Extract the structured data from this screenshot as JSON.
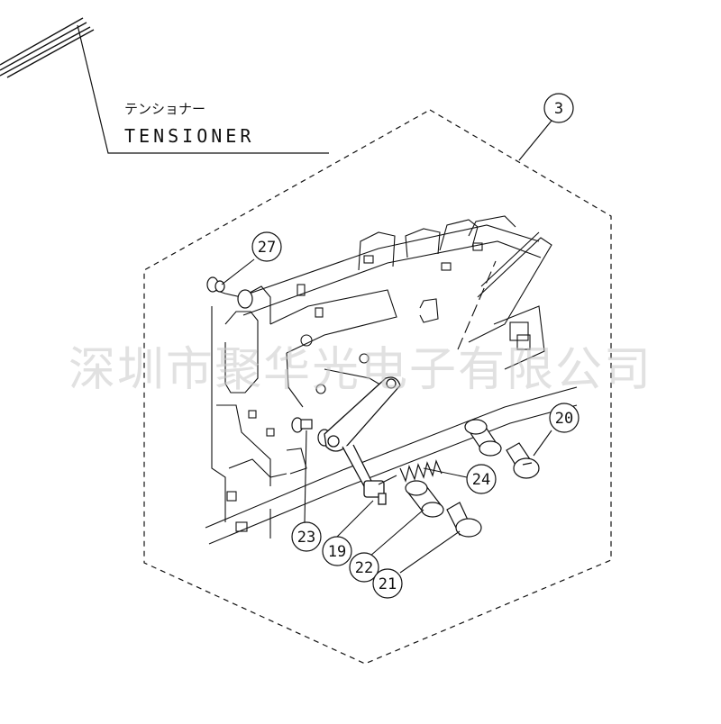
{
  "title": {
    "japanese": "テンショナー",
    "english": "TENSIONER"
  },
  "assembly_callout": "3",
  "parts": [
    {
      "id": "part-27",
      "number": "27"
    },
    {
      "id": "part-20",
      "number": "20"
    },
    {
      "id": "part-24",
      "number": "24"
    },
    {
      "id": "part-23",
      "number": "23"
    },
    {
      "id": "part-19",
      "number": "19"
    },
    {
      "id": "part-22",
      "number": "22"
    },
    {
      "id": "part-21",
      "number": "21"
    }
  ],
  "watermark": "深圳市聚华光电子有限公司",
  "colors": {
    "line": "#111111",
    "background": "#ffffff",
    "watermark": "#c9c9c9"
  }
}
